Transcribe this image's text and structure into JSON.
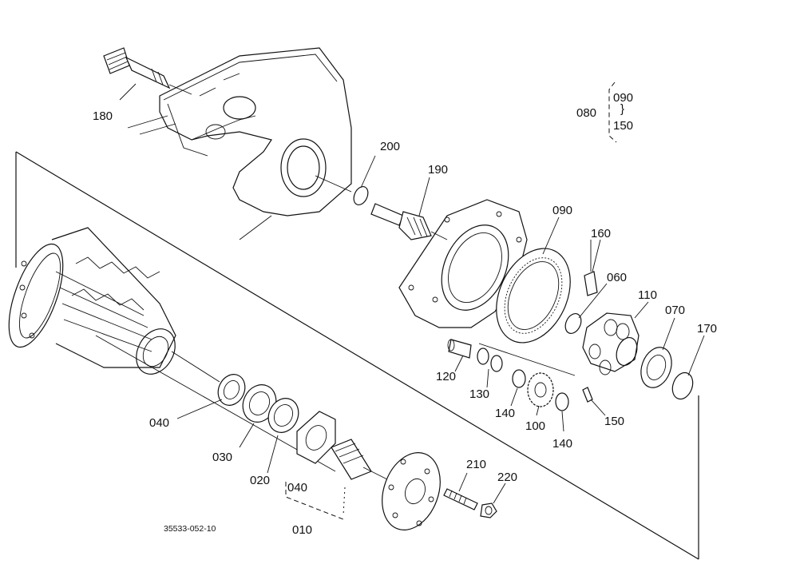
{
  "drawing_number": "35533-052-10",
  "legend": {
    "parent": "080",
    "children": [
      "090",
      "150"
    ]
  },
  "note_bracket": {
    "parent": "010",
    "child": "040"
  },
  "callouts": {
    "c180": "180",
    "c200": "200",
    "c190": "190",
    "c090": "090",
    "c160": "160",
    "c060": "060",
    "c110": "110",
    "c070": "070",
    "c170": "170",
    "c120": "120",
    "c130": "130",
    "c140a": "140",
    "c140b": "140",
    "c100": "100",
    "c150": "150",
    "c040": "040",
    "c030": "030",
    "c020": "020",
    "c210": "210",
    "c220": "220"
  }
}
